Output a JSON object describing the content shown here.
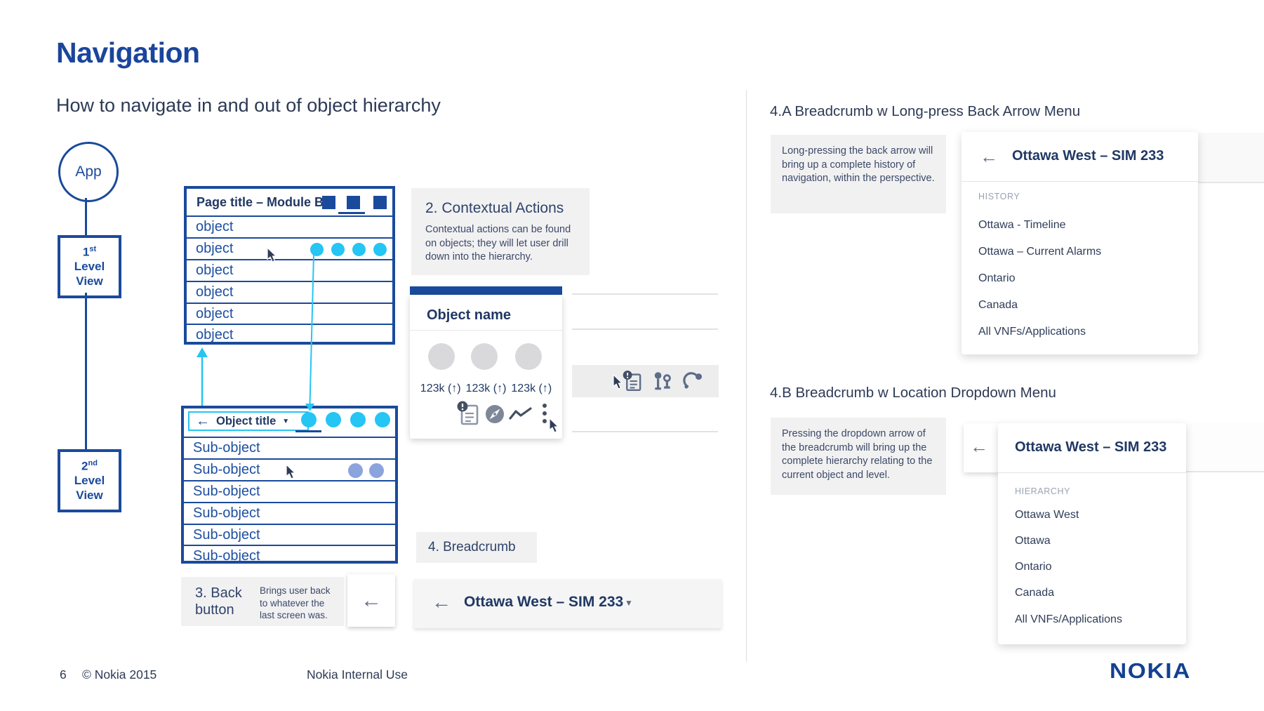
{
  "slide": {
    "title": "Navigation",
    "subtitle": "How to navigate in and out of object hierarchy"
  },
  "hierarchy_diagram": {
    "app_label": "App",
    "level1": {
      "number": "1",
      "ordinal": "st",
      "word1": "Level",
      "word2": "View"
    },
    "level2": {
      "number": "2",
      "ordinal": "nd",
      "word1": "Level",
      "word2": "View"
    }
  },
  "object_table": {
    "header": "Page title – Module B",
    "rows": [
      "object",
      "object",
      "object",
      "object",
      "object",
      "object"
    ]
  },
  "subobject_table": {
    "back_arrow": "←",
    "title": "Object title",
    "caret": "▼",
    "rows": [
      "Sub-object",
      "Sub-object",
      "Sub-object",
      "Sub-object",
      "Sub-object",
      "Sub-object"
    ]
  },
  "contextual_actions": {
    "title": "2. Contextual Actions",
    "body": "Contextual actions can be found on objects; they will let user drill down into the hierarchy."
  },
  "object_card": {
    "title": "Object name",
    "stats": [
      "123k (↑)",
      "123k (↑)",
      "123k (↑)"
    ]
  },
  "back_button": {
    "title": "3. Back button",
    "desc": "Brings user back to whatever the last screen was.",
    "arrow": "←"
  },
  "breadcrumb": {
    "label": "4. Breadcrumb",
    "arrow": "←",
    "text": "Ottawa West – SIM 233",
    "caret": "▼"
  },
  "section_a": {
    "heading": "4.A Breadcrumb w Long-press Back Arrow Menu",
    "note": "Long-pressing the back arrow will bring up a complete history of navigation, within the perspective.",
    "menu": {
      "arrow": "←",
      "title": "Ottawa West – SIM 233",
      "section_label": "HISTORY",
      "items": [
        "Ottawa - Timeline",
        "Ottawa – Current Alarms",
        "Ontario",
        "Canada",
        "All VNFs/Applications"
      ]
    }
  },
  "section_b": {
    "heading": "4.B Breadcrumb w Location Dropdown Menu",
    "note": "Pressing the dropdown arrow of the breadcrumb will bring up the complete hierarchy relating to the current object and level.",
    "menu": {
      "arrow": "←",
      "title": "Ottawa West – SIM 233",
      "section_label": "HIERARCHY",
      "items": [
        "Ottawa West",
        "Ottawa",
        "Ontario",
        "Canada",
        "All VNFs/Applications"
      ]
    }
  },
  "footer": {
    "page": "6",
    "copyright": "© Nokia 2015",
    "classification": "Nokia Internal Use",
    "logo": "NOKIA"
  },
  "colors": {
    "accent_blue": "#1a4a9c",
    "cyan": "#25c5f4",
    "navy_text": "#203864",
    "periwinkle": "#8ca4dd",
    "nokia_blue": "#124191"
  }
}
